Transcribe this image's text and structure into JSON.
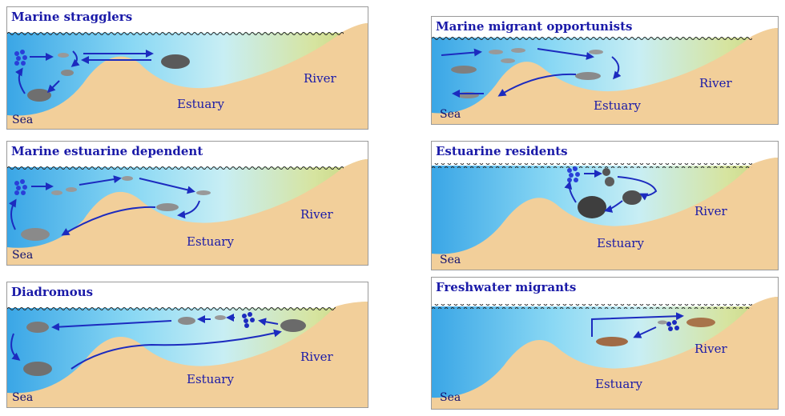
{
  "panels": [
    {
      "title": "Marine stragglers",
      "sea": "Sea",
      "estuary": "Estuary",
      "river": "River"
    },
    {
      "title": "Marine  migrant opportunists",
      "sea": "Sea",
      "estuary": "Estuary",
      "river": "River"
    },
    {
      "title": "Marine estuarine dependent",
      "sea": "Sea",
      "estuary": "Estuary",
      "river": "River"
    },
    {
      "title": "Estuarine residents",
      "sea": "Sea",
      "estuary": "Estuary",
      "river": "River"
    },
    {
      "title": "Diadromous",
      "sea": "Sea",
      "estuary": "Estuary",
      "river": "River"
    },
    {
      "title": "Freshwater migrants",
      "sea": "Sea",
      "estuary": "Estuary",
      "river": "River"
    }
  ],
  "colors": {
    "sea": "#3aa6e6",
    "estuary": "#b8ecf6",
    "river": "#c6d47a",
    "sand": "#f2cf9a",
    "arrow": "#1c2bbf",
    "text": "#1a1aa8"
  },
  "icons": [
    "fish-icon",
    "egg-cluster-icon",
    "wave-surface-icon",
    "migration-arrow-icon"
  ]
}
